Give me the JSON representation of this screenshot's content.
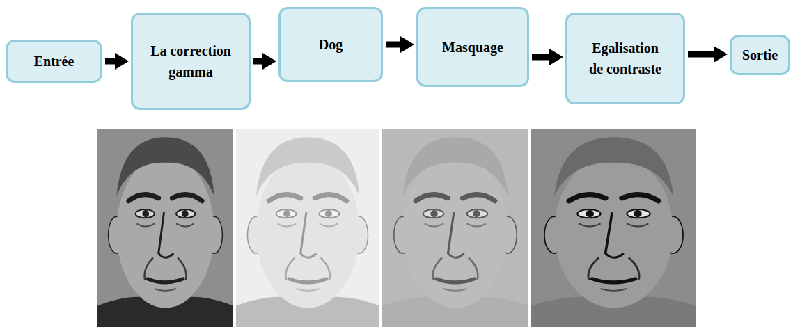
{
  "diagram": {
    "nodes": [
      {
        "text": [
          "Entrée"
        ]
      },
      {
        "text": [
          "La correction gamma"
        ]
      },
      {
        "text": [
          "Dog"
        ]
      },
      {
        "text": [
          "Masquage"
        ]
      },
      {
        "text": [
          "Egalisation de contraste"
        ]
      },
      {
        "text": [
          "Sortie"
        ]
      }
    ],
    "edges": [
      {
        "from": 0,
        "to": 1,
        "arrow": "to"
      },
      {
        "from": 1,
        "to": 2,
        "arrow": "to"
      },
      {
        "from": 2,
        "to": 3,
        "arrow": "to"
      },
      {
        "from": 3,
        "to": 4,
        "arrow": "to"
      },
      {
        "from": 4,
        "to": 5,
        "arrow": "to"
      }
    ]
  }
}
